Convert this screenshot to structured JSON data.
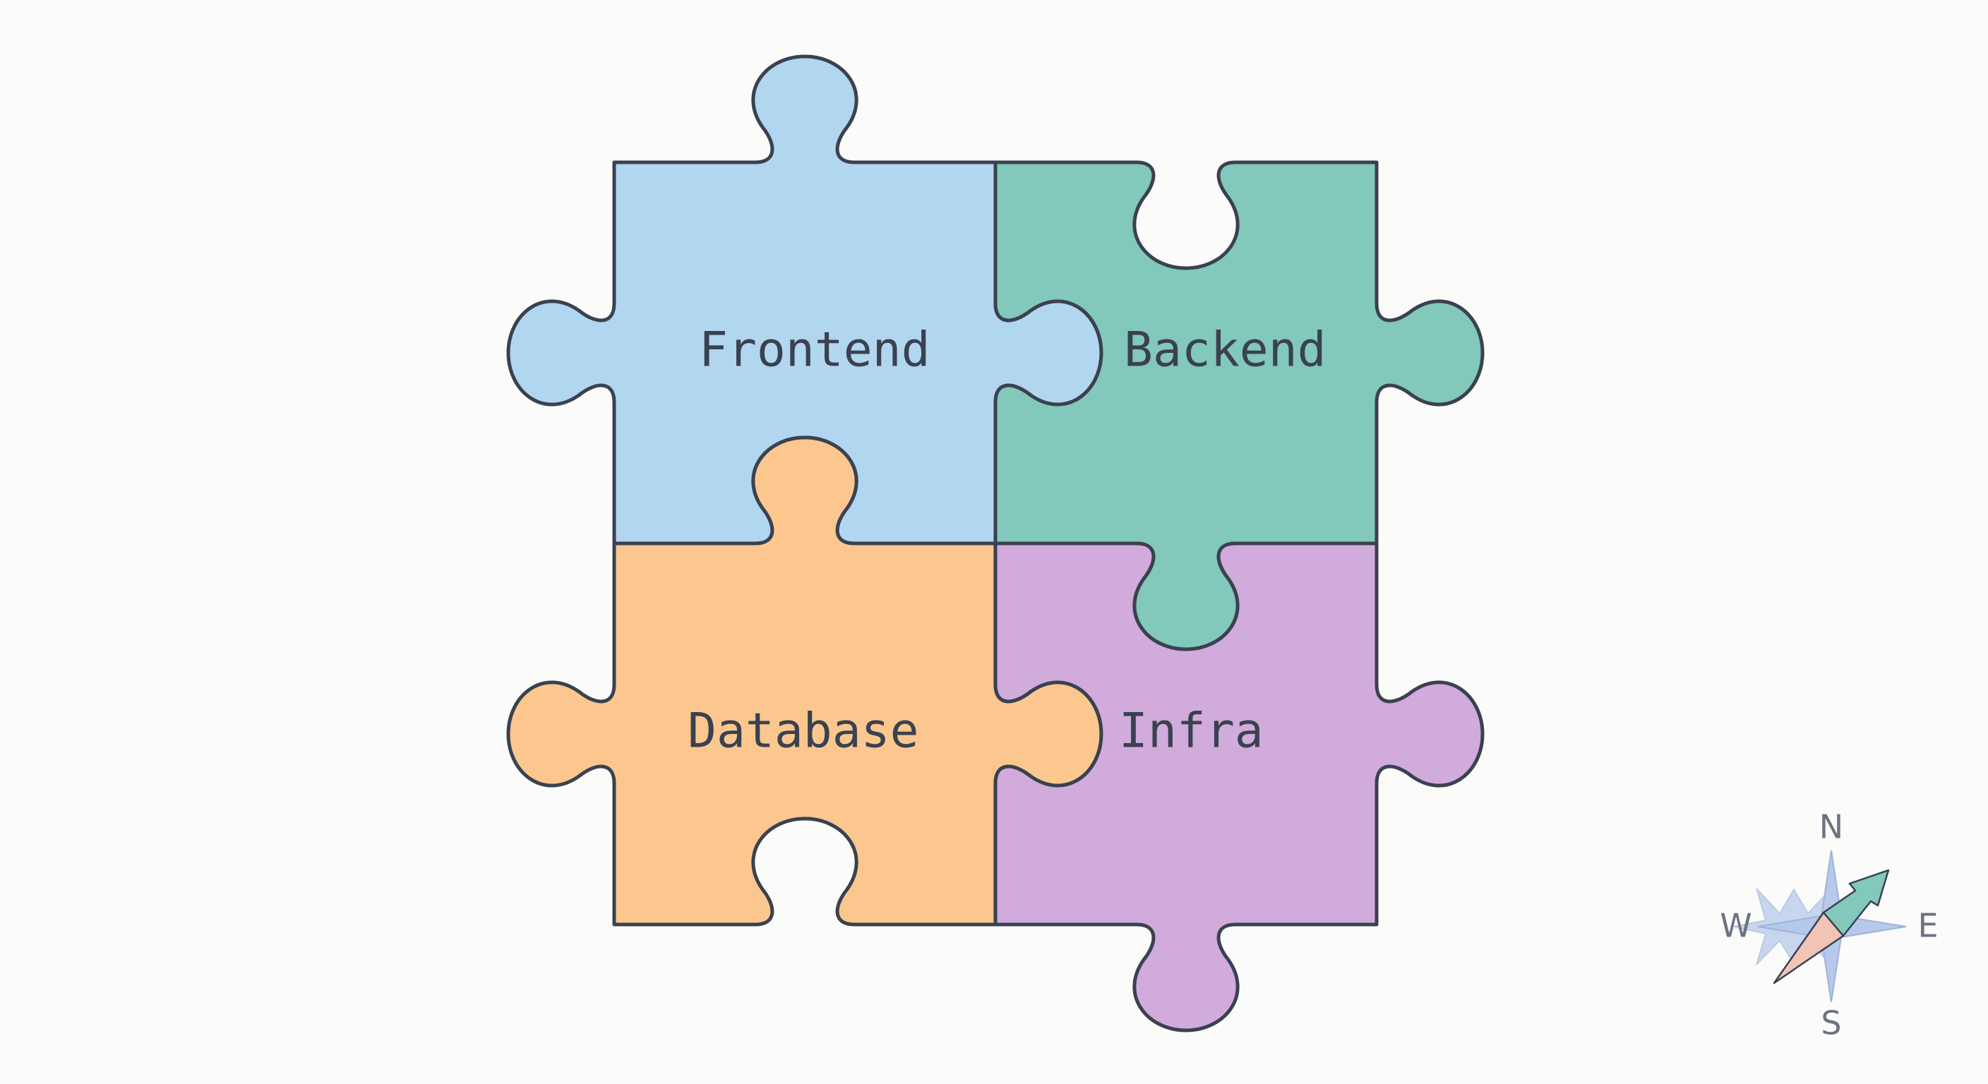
{
  "pieces": {
    "frontend": {
      "label": "Frontend",
      "color": "#b1d6ef"
    },
    "backend": {
      "label": "Backend",
      "color": "#82c8bb"
    },
    "database": {
      "label": "Database",
      "color": "#fbc78f"
    },
    "infra": {
      "label": "Infra",
      "color": "#d1abdb"
    }
  },
  "compass": {
    "north": "N",
    "south": "S",
    "east": "E",
    "west": "W",
    "star_color": "#b6c9ea",
    "needle_colors": [
      "#82c8bb",
      "#f2c4b6"
    ]
  },
  "outline_color": "#3a4150"
}
